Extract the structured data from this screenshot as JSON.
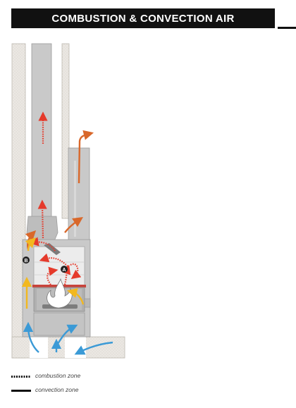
{
  "header": {
    "title": "COMBUSTION & CONVECTION AIR"
  },
  "markers": {
    "a": "A",
    "b": "B"
  },
  "legend": {
    "combustion": "combustion zone",
    "convection": "convection zone"
  },
  "colors": {
    "header": "#111111",
    "wall_hatch": "#e9e6e1",
    "unit_grey": "#c9c9c9",
    "panel_grey": "#d8d8d8",
    "dark_grey": "#a8a8a8",
    "firebrick": "#ececec",
    "combustion_red": "#e53a2b",
    "convection_orange": "#d9682b",
    "warm_air_yellow": "#f2b81f",
    "cool_air_blue": "#3b9ad6",
    "burner_band": "#c8433b"
  },
  "icons": [
    "flame-icon",
    "combustion-arrow-icon",
    "convection-arrow-icon",
    "room-air-arrow-icon"
  ]
}
